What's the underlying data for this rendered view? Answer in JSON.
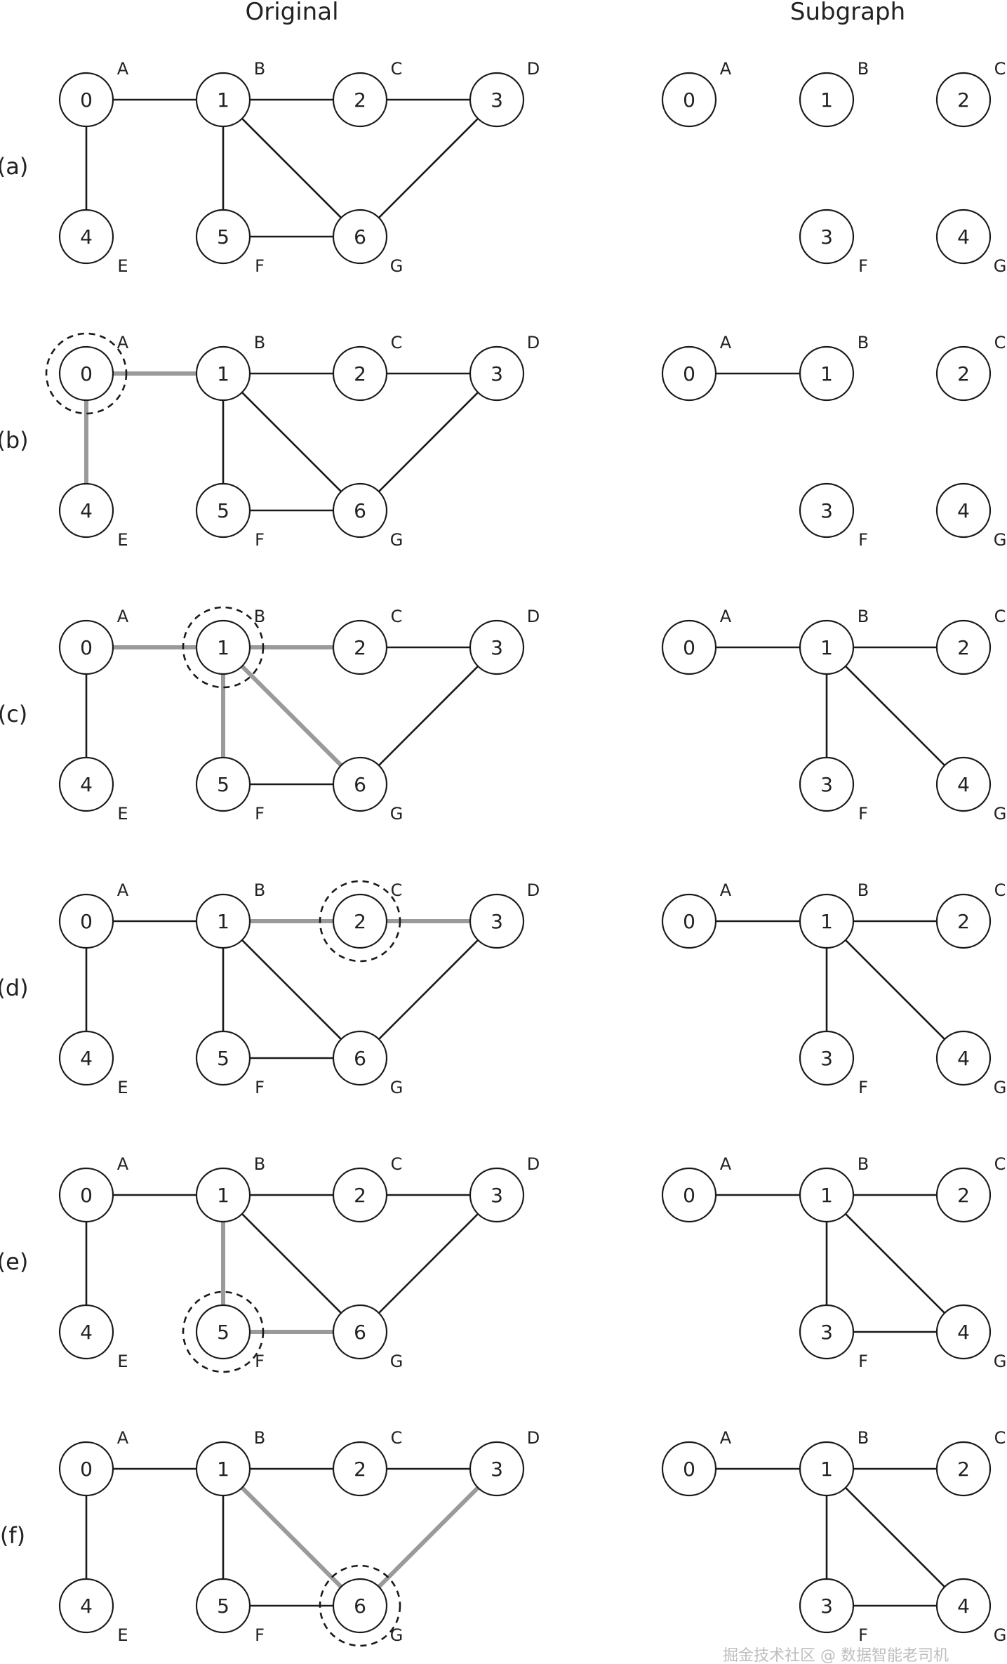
{
  "headers": {
    "original": "Original",
    "subgraph": "Subgraph"
  },
  "watermark": "掘金技术社区 @ 数据智能老司机",
  "colors": {
    "edge": "#1a1a1a",
    "highlight_edge": "#9a9a9a"
  },
  "original_graph": {
    "nodes": [
      {
        "num": "0",
        "letter": "A"
      },
      {
        "num": "1",
        "letter": "B"
      },
      {
        "num": "2",
        "letter": "C"
      },
      {
        "num": "3",
        "letter": "D"
      },
      {
        "num": "4",
        "letter": "E"
      },
      {
        "num": "5",
        "letter": "F"
      },
      {
        "num": "6",
        "letter": "G"
      }
    ],
    "edges": [
      [
        "A",
        "B"
      ],
      [
        "A",
        "E"
      ],
      [
        "B",
        "C"
      ],
      [
        "C",
        "D"
      ],
      [
        "B",
        "F"
      ],
      [
        "B",
        "G"
      ],
      [
        "F",
        "G"
      ],
      [
        "D",
        "G"
      ]
    ]
  },
  "subgraph_nodes": [
    {
      "id": "A",
      "num": "0",
      "letter": "A"
    },
    {
      "id": "B",
      "num": "1",
      "letter": "B"
    },
    {
      "id": "C",
      "num": "2",
      "letter": "C"
    },
    {
      "id": "F",
      "num": "3",
      "letter": "F"
    },
    {
      "id": "G",
      "num": "4",
      "letter": "G"
    }
  ],
  "steps": [
    {
      "label": "(a)",
      "focus": null,
      "highlighted_edges": [],
      "subgraph_edges": []
    },
    {
      "label": "(b)",
      "focus": "A",
      "highlighted_edges": [
        [
          "A",
          "B"
        ],
        [
          "A",
          "E"
        ]
      ],
      "subgraph_edges": [
        [
          "A",
          "B"
        ]
      ]
    },
    {
      "label": "(c)",
      "focus": "B",
      "highlighted_edges": [
        [
          "A",
          "B"
        ],
        [
          "B",
          "C"
        ],
        [
          "B",
          "F"
        ],
        [
          "B",
          "G"
        ]
      ],
      "subgraph_edges": [
        [
          "A",
          "B"
        ],
        [
          "B",
          "C"
        ],
        [
          "B",
          "F"
        ],
        [
          "B",
          "G"
        ]
      ]
    },
    {
      "label": "(d)",
      "focus": "C",
      "highlighted_edges": [
        [
          "B",
          "C"
        ],
        [
          "C",
          "D"
        ]
      ],
      "subgraph_edges": [
        [
          "A",
          "B"
        ],
        [
          "B",
          "C"
        ],
        [
          "B",
          "F"
        ],
        [
          "B",
          "G"
        ]
      ]
    },
    {
      "label": "(e)",
      "focus": "F",
      "highlighted_edges": [
        [
          "B",
          "F"
        ],
        [
          "F",
          "G"
        ]
      ],
      "subgraph_edges": [
        [
          "A",
          "B"
        ],
        [
          "B",
          "C"
        ],
        [
          "B",
          "F"
        ],
        [
          "B",
          "G"
        ],
        [
          "F",
          "G"
        ]
      ]
    },
    {
      "label": "(f)",
      "focus": "G",
      "highlighted_edges": [
        [
          "B",
          "G"
        ],
        [
          "D",
          "G"
        ]
      ],
      "subgraph_edges": [
        [
          "A",
          "B"
        ],
        [
          "B",
          "C"
        ],
        [
          "B",
          "F"
        ],
        [
          "B",
          "G"
        ],
        [
          "F",
          "G"
        ]
      ]
    }
  ]
}
